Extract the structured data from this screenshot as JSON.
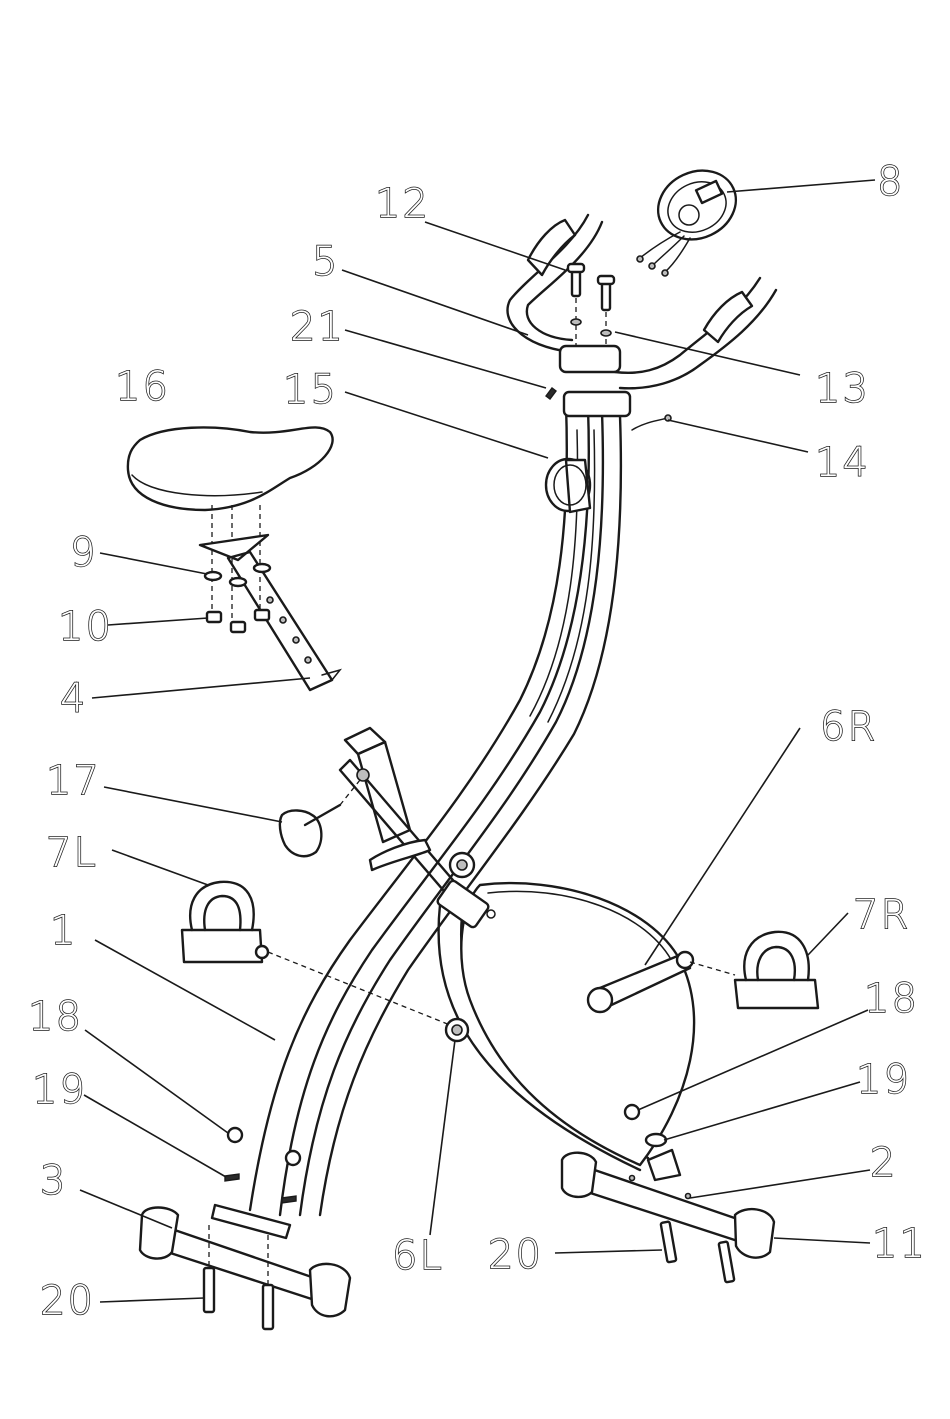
{
  "labels": {
    "p1": "1",
    "p2": "2",
    "p3": "3",
    "p4": "4",
    "p5": "5",
    "p6L": "6L",
    "p6R": "6R",
    "p7L": "7L",
    "p7R": "7R",
    "p8": "8",
    "p9": "9",
    "p10": "10",
    "p11": "11",
    "p12": "12",
    "p13": "13",
    "p14": "14",
    "p15": "15",
    "p16": "16",
    "p17": "17",
    "p18a": "18",
    "p18b": "18",
    "p19a": "19",
    "p19b": "19",
    "p20a": "20",
    "p20b": "20",
    "p21": "21"
  }
}
